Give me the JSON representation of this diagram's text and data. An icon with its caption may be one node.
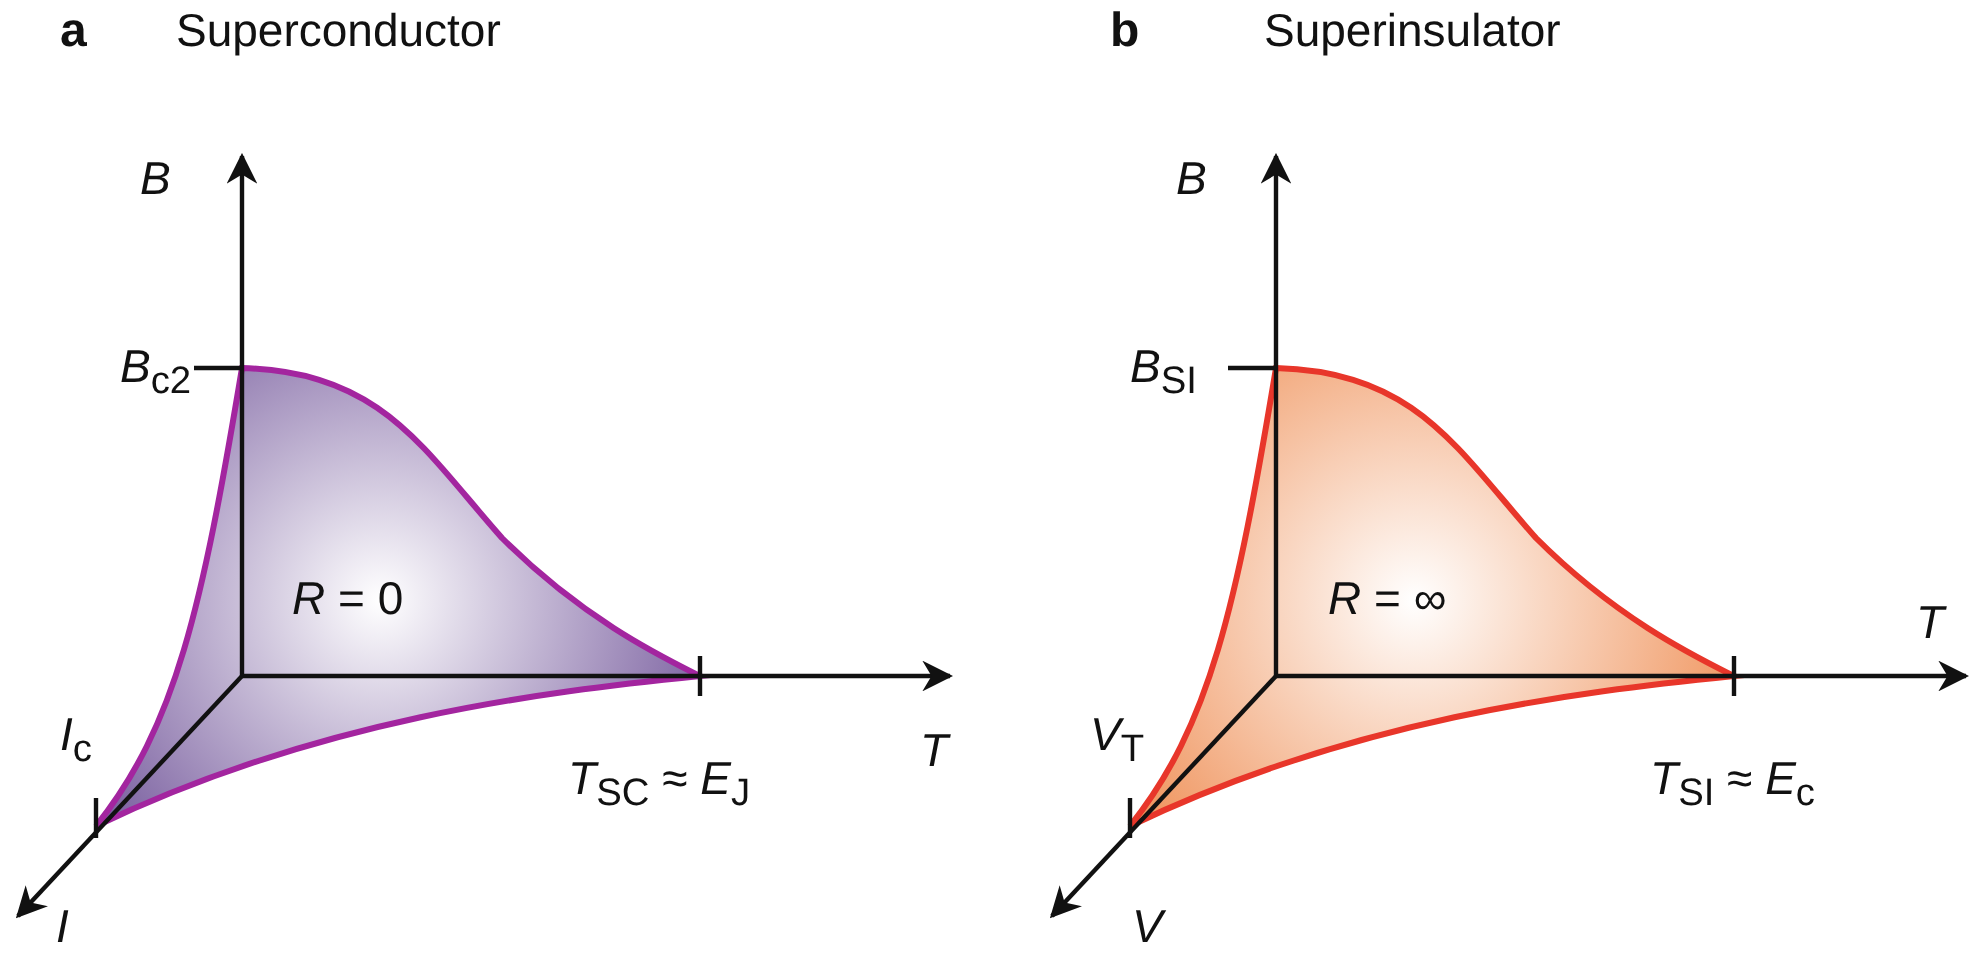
{
  "diagram": {
    "labels": [
      "a",
      "Superconductor",
      "B",
      "*B*$_{c2}$",
      "*R* = 0",
      "*I*$_{c}$",
      "T",
      "*T*$_{SC}$ ≈ *E*$_{J}$",
      "I",
      "b",
      "Superinsulator",
      "B",
      "*B*$_{SI}$",
      "*R* = ∞",
      "T",
      "*V*$_{T}$",
      "*T*$_{SI}$ ≈ *E*$_{c}$",
      "V"
    ]
  }
}
